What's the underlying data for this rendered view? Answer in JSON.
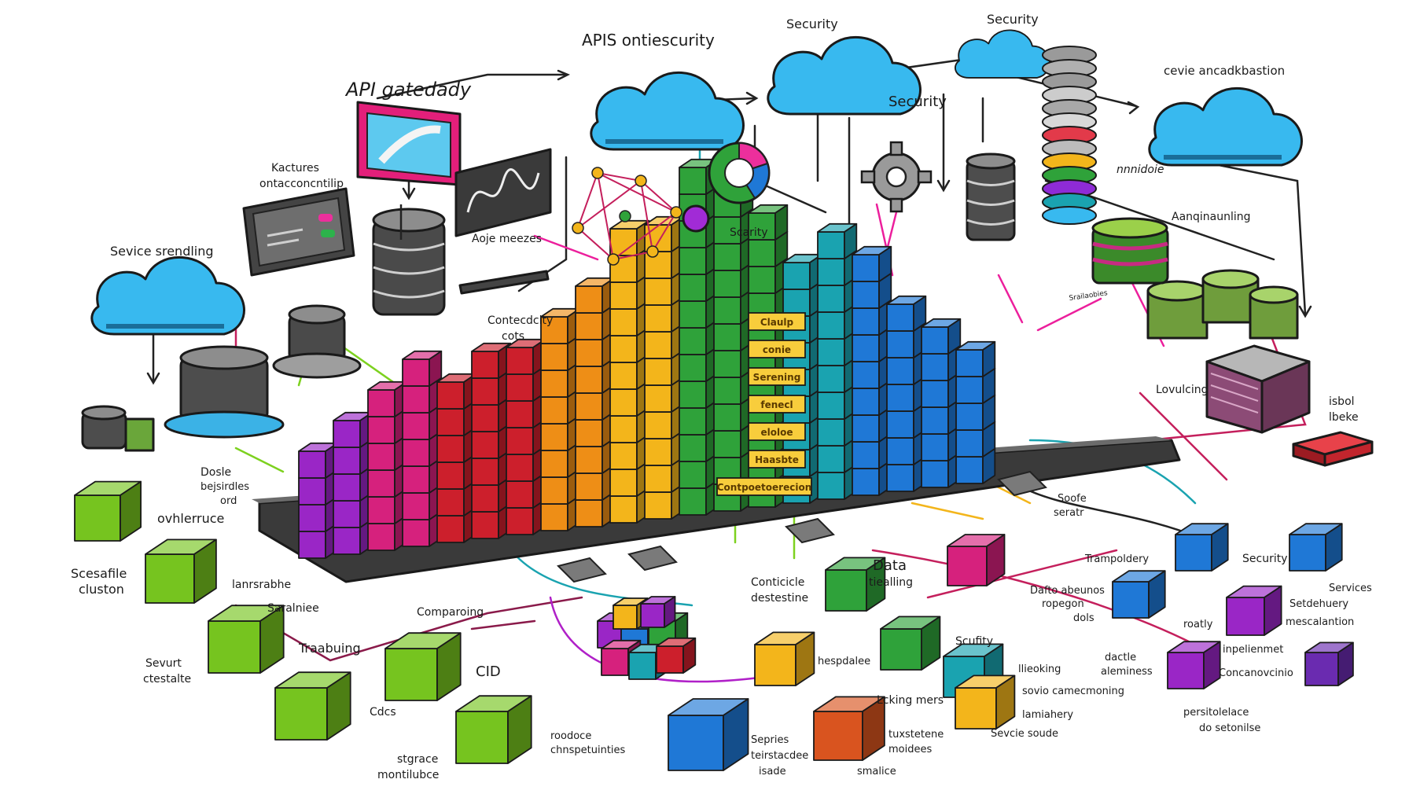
{
  "labels": {
    "api_gateway": "API gatedady",
    "apis_security": "APIS ontiescurity",
    "security_top_1": "Security",
    "security_top_2": "Security",
    "security_mid": "Security",
    "device_title": "cevie ancadkbastion",
    "factures": "Kactures",
    "factures_sub": "ontacconcntilip",
    "service_spending": "Sevice srendling",
    "agile_messages": "Aoje meezes",
    "contectivity": "Contecdcity",
    "contectivity_sub": "cots",
    "sclarity": "Scarity",
    "nondole": "nnnidoie",
    "autogrounding": "Aanqinaunling",
    "lovucking": "Lovulcing",
    "isbol": "isbol",
    "isbol_sub": "lbeke",
    "dosle": "Dosle",
    "dosle_sub1": "bejsirdles",
    "dosle_sub2": "ord",
    "ovnlerruce": "ovhlerruce",
    "scalable_cluster": "Scesafile",
    "scalable_cluster_sub": "cluston",
    "lanrsrabhe": "lanrsrabhe",
    "saralniee": "Saralniee",
    "severe": "Sevurt",
    "severe_sub": "ctestalte",
    "trabuing": "Traabuing",
    "cdcs": "Cdcs",
    "cid": "CID",
    "comparing": "Comparoing",
    "storage": "stgrace",
    "storage_sub": "montilubce",
    "roodoce": "roodoce",
    "roodoce_sub": "chnspetuinties",
    "contidle": "Conticicle",
    "contidle_sub": "destestine",
    "data": "Data",
    "data_sub": "tiealling",
    "hespdalee": "hespdalee",
    "scurity": "Scufity",
    "ilivoking": "llieoking",
    "lcking": "Lcking mers",
    "sopties": "Sepries",
    "sopties_sub1": "teirstacdee",
    "sopties_sub2": "isade",
    "tukstetene": "tuxstetene",
    "tukstetene_sub": "moidees",
    "smallice": "smalice",
    "sovio": "sovio camecmoning",
    "lamiaheny": "lamiahery",
    "sevice_soude": "Sevcie soude",
    "trampollery": "Trampoldery",
    "data_abenos": "Dafto abeunos",
    "data_abenos_sub": "ropegon",
    "data_abenos_sub2": "dols",
    "security_right": "Security",
    "roatly": "roatly",
    "dactle": "dactle",
    "dactle_sub": "aleminess",
    "services": "Services",
    "setdehuery": "Setdehuery",
    "mescalantion": "mescalantion",
    "inpelienmet": "inpelienmet",
    "concanovcinio": "Concanovcinio",
    "persitolielace": "persitolelace",
    "persitolielace_sub": "do setonilse",
    "soore": "Soofe",
    "soore_sub": "seratr",
    "server_tiny": "Srailaobies"
  },
  "yellow_tags": [
    "Claulp",
    "conie",
    "Serening",
    "fenecl",
    "eloloe",
    "Haasbte",
    "Contpoetoerecion"
  ],
  "colors": {
    "purple": "#9a26c6",
    "magenta": "#d6217d",
    "red": "#cc1f2c",
    "orange": "#ee8e16",
    "yellow": "#f3b51b",
    "green": "#2fa23a",
    "teal": "#1aa3b0",
    "blue": "#1f78d6",
    "lime": "#76c41f",
    "cloud": "#38b9ef"
  }
}
